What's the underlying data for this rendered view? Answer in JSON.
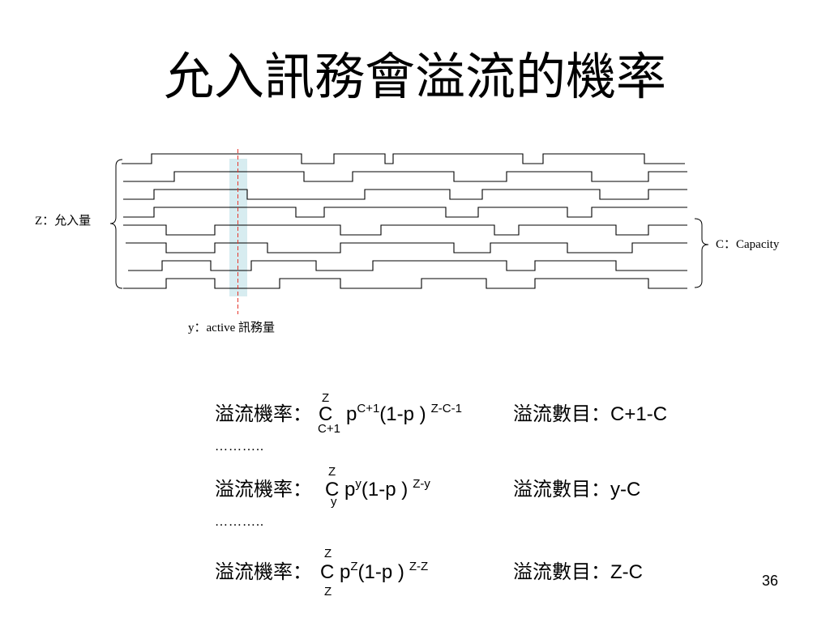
{
  "slide": {
    "title": "允入訊務會溢流的機率",
    "page_number": "36"
  },
  "diagram": {
    "admitted_label": "Z：允入量",
    "capacity_label": "C：Capacity",
    "active_label": "y：active 訊務量"
  },
  "formulas": [
    {
      "prob_label": "溢流機率：",
      "comb_symbol": "C",
      "comb_top": "Z",
      "comb_bottom": "C+1",
      "base": "p",
      "exp1": "C+1",
      "factor": "(1-p )",
      "exp2": "Z-C-1",
      "count_label": "溢流數目：",
      "count_value": "C+1-C"
    },
    {
      "prob_label": "溢流機率：",
      "comb_symbol": "C",
      "comb_top": "Z",
      "comb_bottom": "y",
      "base": "p",
      "exp1": "y",
      "factor": "(1-p )",
      "exp2": "Z-y",
      "count_label": "溢流數目：",
      "count_value": "y-C"
    },
    {
      "prob_label": "溢流機率：",
      "comb_symbol": "C",
      "comb_top": "Z",
      "comb_bottom": "Z",
      "base": "p",
      "exp1": "Z",
      "factor": "(1-p )",
      "exp2": "Z-Z",
      "count_label": "溢流數目：",
      "count_value": "Z-C"
    }
  ],
  "ellipses": [
    "………..",
    "……….."
  ],
  "colors": {
    "observation_line": "#e5352b",
    "observation_band": "#d7ecf0"
  }
}
